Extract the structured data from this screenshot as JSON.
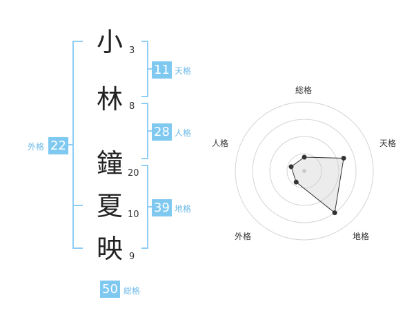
{
  "name": {
    "chars": [
      {
        "char": "小",
        "strokes": "3"
      },
      {
        "char": "林",
        "strokes": "8"
      },
      {
        "char": "鐘",
        "strokes": "20"
      },
      {
        "char": "夏",
        "strokes": "10"
      },
      {
        "char": "映",
        "strokes": "9"
      }
    ]
  },
  "fortune": {
    "tenkaku": {
      "value": "11",
      "label": "天格"
    },
    "jinkaku": {
      "value": "28",
      "label": "人格"
    },
    "chikaku": {
      "value": "39",
      "label": "地格"
    },
    "gaikaku": {
      "value": "22",
      "label": "外格"
    },
    "soukaku": {
      "value": "50",
      "label": "総格"
    }
  },
  "colors": {
    "accent": "#7fc9f1",
    "bracket": "#8fcdf3"
  },
  "chart_data": {
    "type": "radar",
    "axes": [
      "総格",
      "天格",
      "地格",
      "外格",
      "人格"
    ],
    "values": [
      0.2,
      0.6,
      0.75,
      0.2,
      0.2
    ],
    "rings": 4
  }
}
